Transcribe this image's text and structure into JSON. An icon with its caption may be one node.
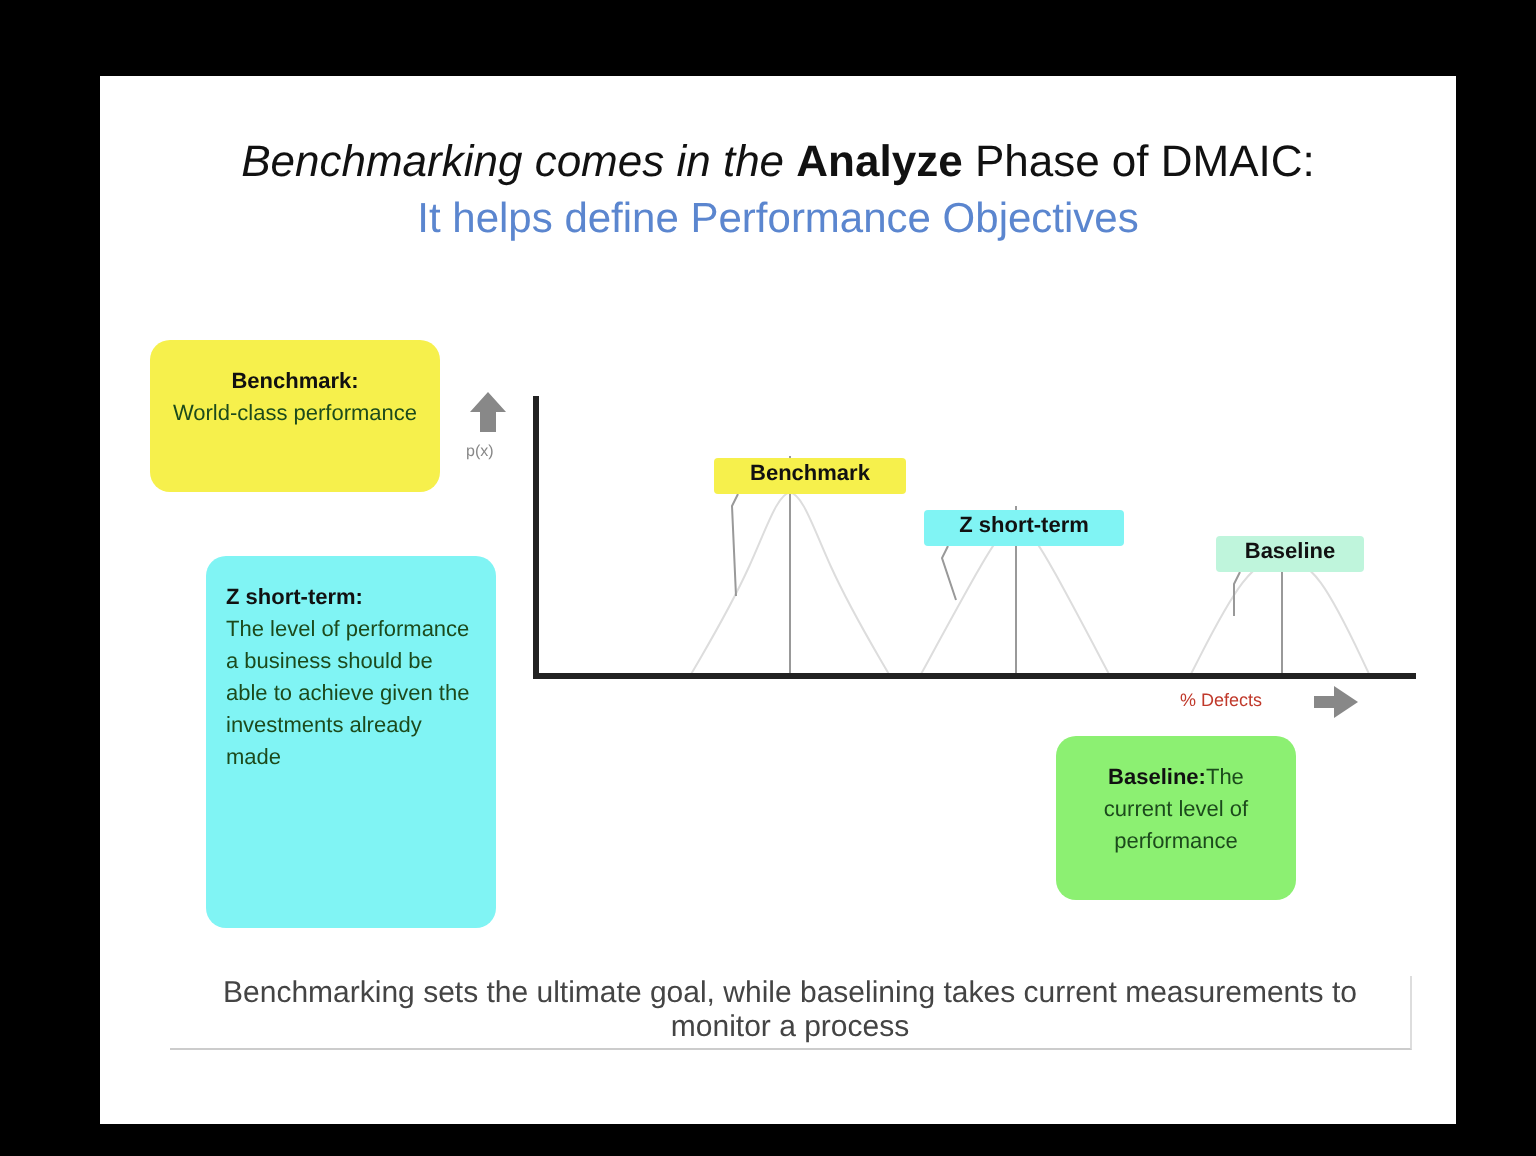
{
  "diagram": {
    "title": "*Benchmarking comes in the* **Analyze** Phase of DMAIC:",
    "caption": "Benchmarking sets the ultimate goal, while baselining takes current measurements to monitor a process",
    "nodes": [
      {
        "text": [
          "Benchmark:",
          "World-class performance"
        ]
      },
      {
        "text": [
          "Z short-term:",
          "The level of performance a business should be able to achieve given the investments already made"
        ]
      },
      {
        "text": [
          "Baseline:",
          "The current level of performance"
        ]
      },
      {
        "text": [
          "Benchmark"
        ]
      },
      {
        "text": [
          "Z short-term"
        ]
      },
      {
        "text": [
          "Baseline"
        ]
      }
    ],
    "edges": [
      {
        "from": 3,
        "to": null,
        "arrow": "none"
      },
      {
        "from": 4,
        "to": null,
        "arrow": "none"
      },
      {
        "from": 5,
        "to": null,
        "arrow": "none"
      }
    ],
    "labels": [
      "It helps define Performance Objectives",
      "p(x)",
      "% Defects"
    ]
  }
}
